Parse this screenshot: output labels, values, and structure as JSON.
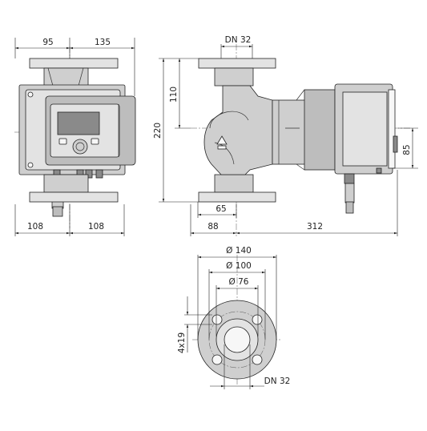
{
  "front_view": {
    "dim_top_left": "95",
    "dim_top_right": "135",
    "dim_bottom_left": "108",
    "dim_bottom_right": "108"
  },
  "side_view": {
    "flange_label": "DN 32",
    "dim_height_total": "220",
    "dim_height_upper": "110",
    "dim_motor_offset": "85",
    "dim_flange_offset": "65",
    "dim_bottom_left": "88",
    "dim_bottom_right": "312"
  },
  "flange_view": {
    "dia_outer": "Ø 140",
    "dia_bolt_circle": "Ø 100",
    "dia_inner": "Ø 76",
    "holes_label": "4x19",
    "flange_label": "DN 32"
  }
}
